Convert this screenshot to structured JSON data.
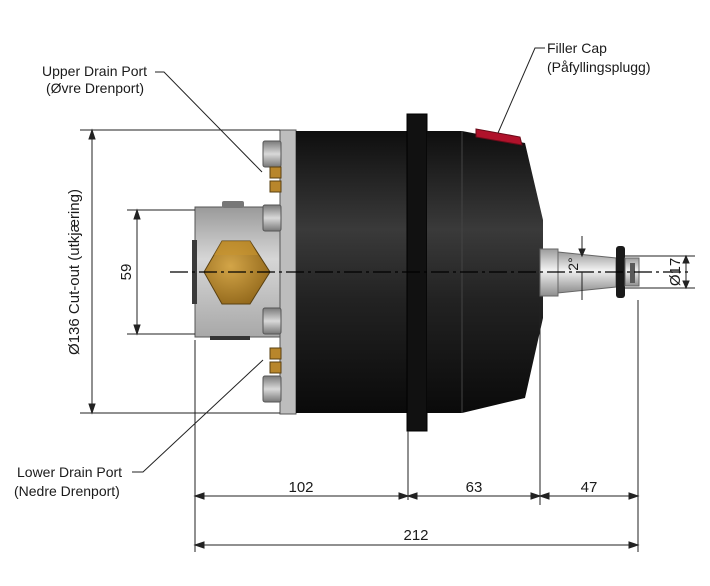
{
  "callouts": {
    "upper_drain": {
      "line1": "Upper Drain Port",
      "line2": "(Øvre Drenport)"
    },
    "lower_drain": {
      "line1": "Lower Drain Port",
      "line2": "(Nedre Drenport)"
    },
    "filler_cap": {
      "line1": "Filler Cap",
      "line2": "(Påfyllingsplugg)"
    }
  },
  "dimensions": {
    "cutout": "Ø136 Cut-out (utkjæring)",
    "mount_height": "59",
    "shaft_diameter": "Ø17",
    "taper": "2°",
    "seg_a": "102",
    "seg_b": "63",
    "seg_c": "47",
    "total": "212"
  },
  "colors": {
    "body": "#1c1c1c",
    "body_highlight": "#3a3a3a",
    "housing": "#c4c4c4",
    "brass": "#b8862b",
    "filler_cap": "#b0122b",
    "shaft": "#d8d8d8"
  }
}
